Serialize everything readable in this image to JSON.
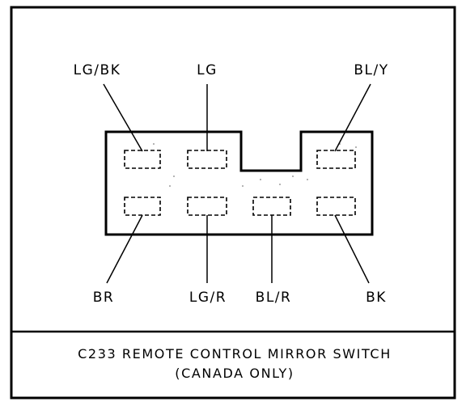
{
  "connector": {
    "pins_top": [
      {
        "wire": "LG/BK"
      },
      {
        "wire": "LG"
      },
      {
        "wire": "BL/Y"
      }
    ],
    "pins_bottom": [
      {
        "wire": "BR"
      },
      {
        "wire": "LG/R"
      },
      {
        "wire": "BL/R"
      },
      {
        "wire": "BK"
      }
    ]
  },
  "caption": {
    "line1": "C233 REMOTE CONTROL MIRROR SWITCH",
    "line2": "(CANADA ONLY)"
  },
  "colors": {
    "ink": "#000000",
    "paper": "#ffffff"
  }
}
